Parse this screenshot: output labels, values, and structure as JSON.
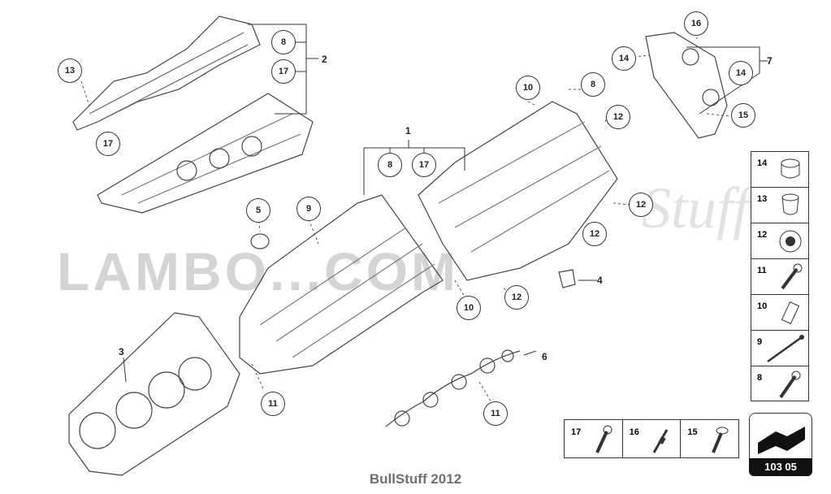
{
  "diagram": {
    "groups": [
      {
        "id": "g1",
        "number": "1"
      },
      {
        "id": "g2",
        "number": "2"
      },
      {
        "id": "g7",
        "number": "7"
      }
    ],
    "callouts": [
      {
        "key": "c13a",
        "label": "13"
      },
      {
        "key": "c17a",
        "label": "17"
      },
      {
        "key": "c8a",
        "label": "8"
      },
      {
        "key": "c17b",
        "label": "17"
      },
      {
        "key": "c5",
        "label": "5"
      },
      {
        "key": "c9",
        "label": "9"
      },
      {
        "key": "c3",
        "label": "3"
      },
      {
        "key": "c11a",
        "label": "11"
      },
      {
        "key": "c8b",
        "label": "8"
      },
      {
        "key": "c17c",
        "label": "17"
      },
      {
        "key": "c10a",
        "label": "10"
      },
      {
        "key": "c8c",
        "label": "8"
      },
      {
        "key": "c12a",
        "label": "12"
      },
      {
        "key": "c12b",
        "label": "12"
      },
      {
        "key": "c12c",
        "label": "12"
      },
      {
        "key": "c4",
        "label": "4"
      },
      {
        "key": "c12d",
        "label": "12"
      },
      {
        "key": "c10b",
        "label": "10"
      },
      {
        "key": "c6",
        "label": "6"
      },
      {
        "key": "c11b",
        "label": "11"
      },
      {
        "key": "c16",
        "label": "16"
      },
      {
        "key": "c14a",
        "label": "14"
      },
      {
        "key": "c14b",
        "label": "14"
      },
      {
        "key": "c15",
        "label": "15"
      }
    ],
    "legend_column": [
      "14",
      "13",
      "12",
      "11",
      "10",
      "9",
      "8"
    ],
    "legend_row": [
      "17",
      "16",
      "15"
    ],
    "page_code": "103 05",
    "watermark_main": "LAMBO...COM",
    "watermark_script": "Stuff",
    "footer": "BullStuff 2012"
  }
}
